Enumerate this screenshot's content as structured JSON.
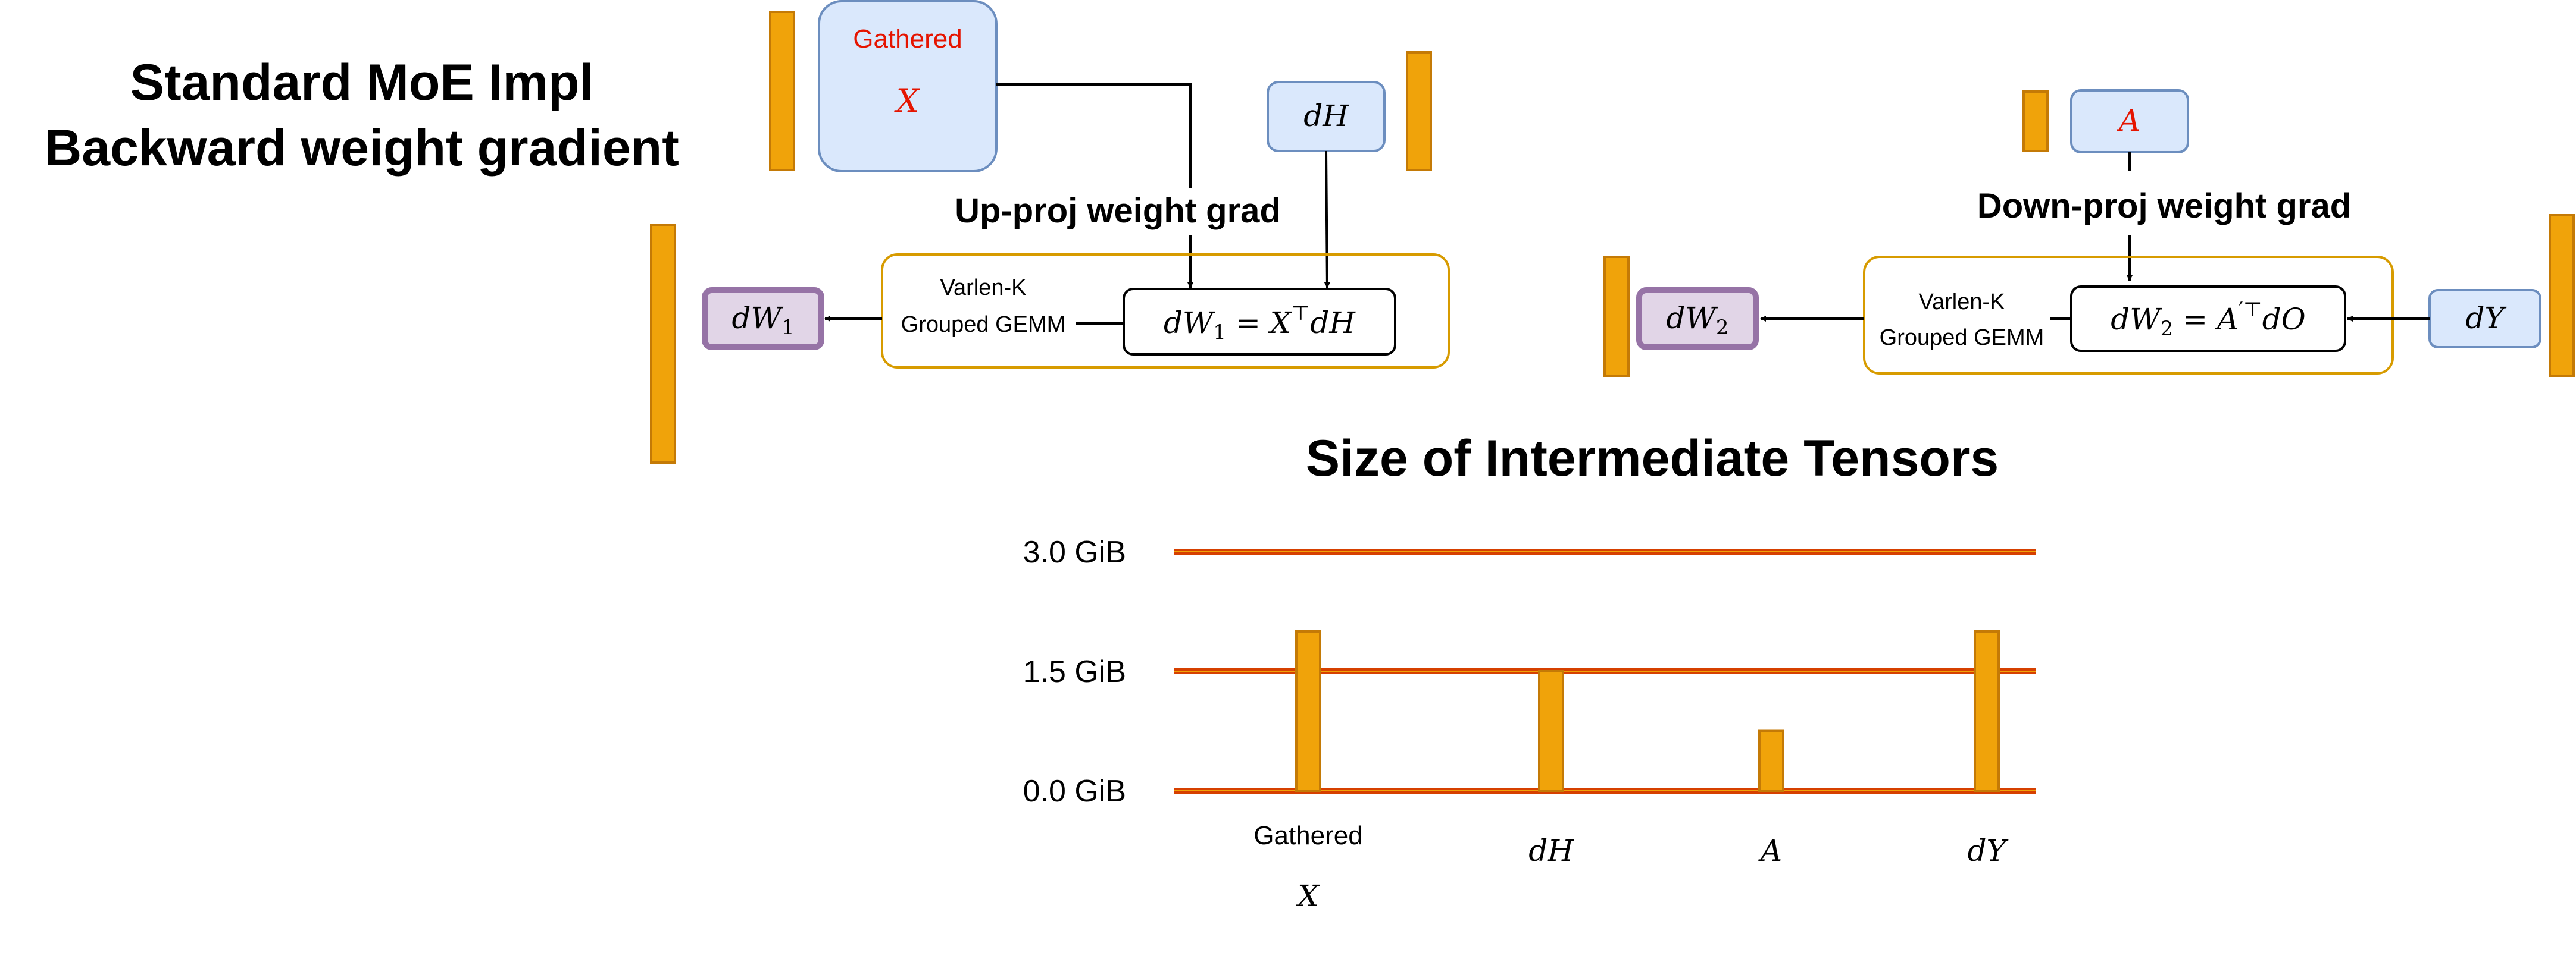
{
  "title": {
    "line1": "Standard MoE Impl",
    "line2": "Backward weight gradient"
  },
  "colors": {
    "bar_fill": "#f0a30a",
    "bar_stroke": "#c47a06",
    "input_fill": "#dae8fc",
    "input_stroke": "#6c8ebf",
    "output_fill": "#e1d5e7",
    "output_stroke": "#9673a6",
    "group_stroke": "#d79b00",
    "gridline": "#d64000",
    "red_text": "#e51400"
  },
  "up_proj": {
    "heading": "Up-proj weight grad",
    "input_x": {
      "label": "Gathered",
      "symbol": "X"
    },
    "input_dh": {
      "symbol": "dH"
    },
    "kernel_label_line1": "Varlen-K",
    "kernel_label_line2": "Grouped GEMM",
    "formula": {
      "lhs": "dW",
      "lhs_sub": "1",
      "rhs_a": "X",
      "rhs_sup": "⊤",
      "rhs_b": "dH"
    },
    "output": {
      "symbol": "dW",
      "sub": "1"
    }
  },
  "down_proj": {
    "heading": "Down-proj weight grad",
    "input_a": {
      "symbol": "A"
    },
    "input_dy": {
      "symbol": "dY"
    },
    "kernel_label_line1": "Varlen-K",
    "kernel_label_line2": "Grouped GEMM",
    "formula": {
      "lhs": "dW",
      "lhs_sub": "2",
      "rhs_a": "A",
      "rhs_sup": "′⊤",
      "rhs_b": "dO"
    },
    "output": {
      "symbol": "dW",
      "sub": "2"
    }
  },
  "chart_data": {
    "type": "bar",
    "title": "Size of Intermediate Tensors",
    "yticks": [
      "3.0 GiB",
      "1.5 GiB",
      "0.0 GiB"
    ],
    "ytick_values": [
      3.0,
      1.5,
      0.0
    ],
    "ylim": [
      0,
      3.0
    ],
    "grid": true,
    "categories": [
      {
        "line1": "Gathered",
        "line2": "X"
      },
      {
        "line1": "",
        "line2": "dH"
      },
      {
        "line1": "",
        "line2": "A"
      },
      {
        "line1": "",
        "line2": "dY"
      }
    ],
    "values": [
      2.0,
      1.5,
      0.75,
      2.0
    ]
  }
}
